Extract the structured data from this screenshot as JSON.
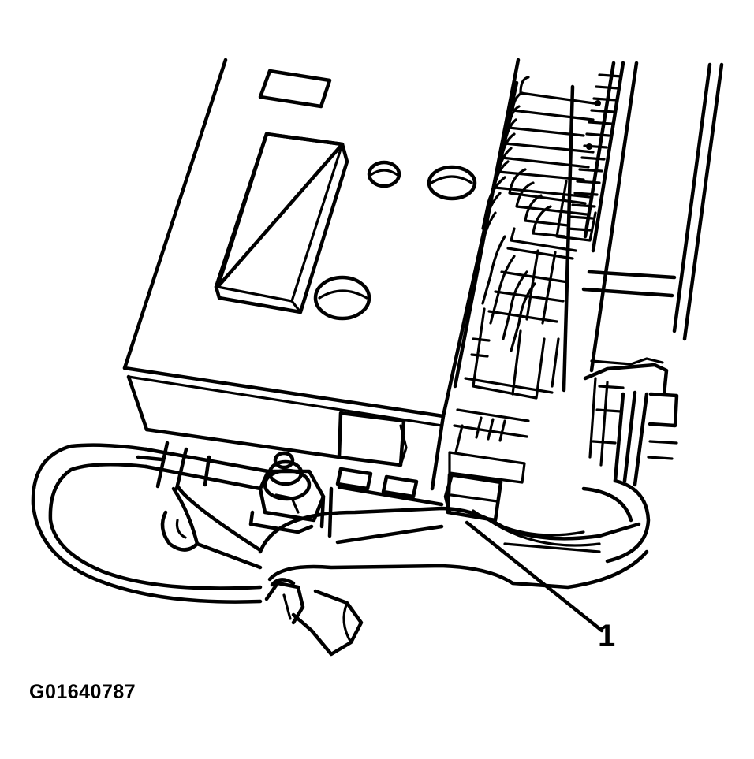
{
  "figure": {
    "id_label": "G01640787",
    "style": "black line art on white",
    "colors": {
      "stroke": "#000000",
      "background": "#ffffff"
    }
  },
  "callouts": [
    {
      "number": "1",
      "label_text": "1",
      "target": "electrical-connector"
    }
  ],
  "components": [
    "control-module-housing",
    "module-top-rectangular-pad",
    "module-raised-block",
    "mounting-holes",
    "circuit-board-traces",
    "terminal-strip",
    "electrical-connector",
    "wiring-harness",
    "mounting-stud-nut",
    "bracket",
    "tube-fitting"
  ]
}
